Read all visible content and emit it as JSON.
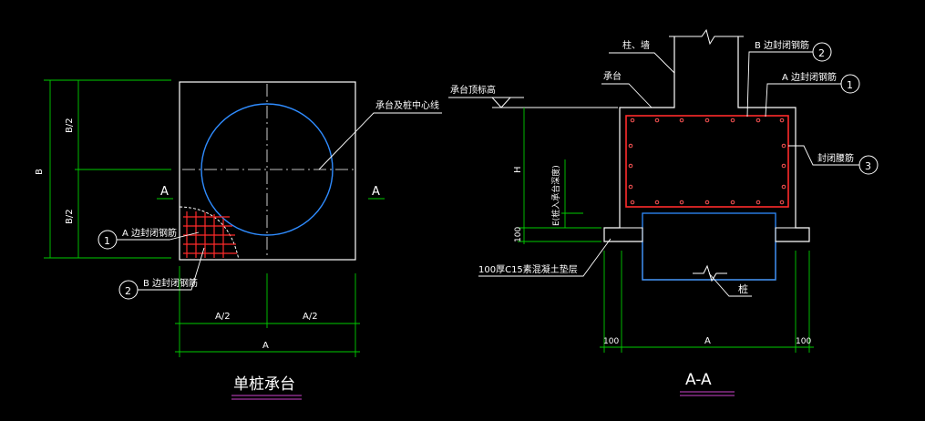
{
  "colors": {
    "background": "#000000",
    "outline": "#ffffff",
    "dimension": "#00cc00",
    "circle": "#2f8cff",
    "rebar": "#ff2a2a",
    "title_underline": "#cc44cc",
    "text": "#ffffff"
  },
  "left_view": {
    "title": "单桩承台",
    "dim_b_half_top": "B/2",
    "dim_b_half_bottom": "B/2",
    "dim_b": "B",
    "dim_a_half_left": "A/2",
    "dim_a_half_right": "A/2",
    "dim_a": "A",
    "section_mark_left": "A",
    "section_mark_right": "A",
    "label_pile_center": "承台及桩中心线",
    "callout_1_number": "1",
    "callout_1_label": "A 边封闭钢筋",
    "callout_2_number": "2",
    "callout_2_label": "B 边封闭钢筋"
  },
  "right_view": {
    "title": "A-A",
    "label_column_wall": "柱、墙",
    "label_cap": "承台",
    "label_cap_top_elev": "承台顶标高",
    "callout_2_number": "2",
    "callout_2_label": "B 边封闭钢筋",
    "callout_1_number": "1",
    "callout_1_label": "A 边封闭钢筋",
    "callout_3_number": "3",
    "callout_3_label": "封闭腰筋",
    "dim_h": "H",
    "dim_e": "E(桩入承台深度)",
    "dim_100_side": "100",
    "label_cushion": "100厚C15素混凝土垫层",
    "label_pile": "桩",
    "dim_100_left": "100",
    "dim_a": "A",
    "dim_100_right": "100"
  }
}
